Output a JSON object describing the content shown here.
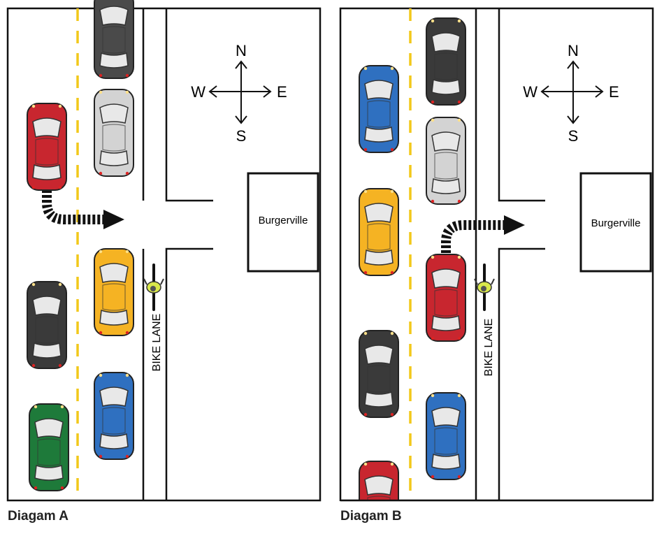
{
  "diagram_a": {
    "caption": "Diagam A",
    "compass": {
      "north": "N",
      "south": "S",
      "east": "E",
      "west": "W"
    },
    "bike_lane_label": "BIKE LANE",
    "building_label": "Burgerville",
    "cars": [
      {
        "id": "car-gray-dark",
        "color": "#4a4a4a"
      },
      {
        "id": "car-silver",
        "color": "#d3d3d3"
      },
      {
        "id": "car-red-turning",
        "color": "#c8262f"
      },
      {
        "id": "car-yellow",
        "color": "#f5b323"
      },
      {
        "id": "car-black",
        "color": "#3a3a3a"
      },
      {
        "id": "car-blue",
        "color": "#2f70c0"
      },
      {
        "id": "car-green",
        "color": "#1e7a3a"
      }
    ]
  },
  "diagram_b": {
    "caption": "Diagam B",
    "compass": {
      "north": "N",
      "south": "S",
      "east": "E",
      "west": "W"
    },
    "bike_lane_label": "BIKE LANE",
    "building_label": "Burgerville",
    "cars": [
      {
        "id": "car-black",
        "color": "#3a3a3a"
      },
      {
        "id": "car-blue-top",
        "color": "#2f70c0"
      },
      {
        "id": "car-silver",
        "color": "#d3d3d3"
      },
      {
        "id": "car-yellow",
        "color": "#f5b323"
      },
      {
        "id": "car-red-turning",
        "color": "#c8262f"
      },
      {
        "id": "car-black-lower",
        "color": "#3a3a3a"
      },
      {
        "id": "car-blue-lower",
        "color": "#2f70c0"
      },
      {
        "id": "car-red-bottom",
        "color": "#c8262f"
      }
    ]
  },
  "colors": {
    "lane_line": "#f2c81a",
    "road_edge": "#111111",
    "arrow": "#111111",
    "cyclist": "#d9e84a"
  }
}
